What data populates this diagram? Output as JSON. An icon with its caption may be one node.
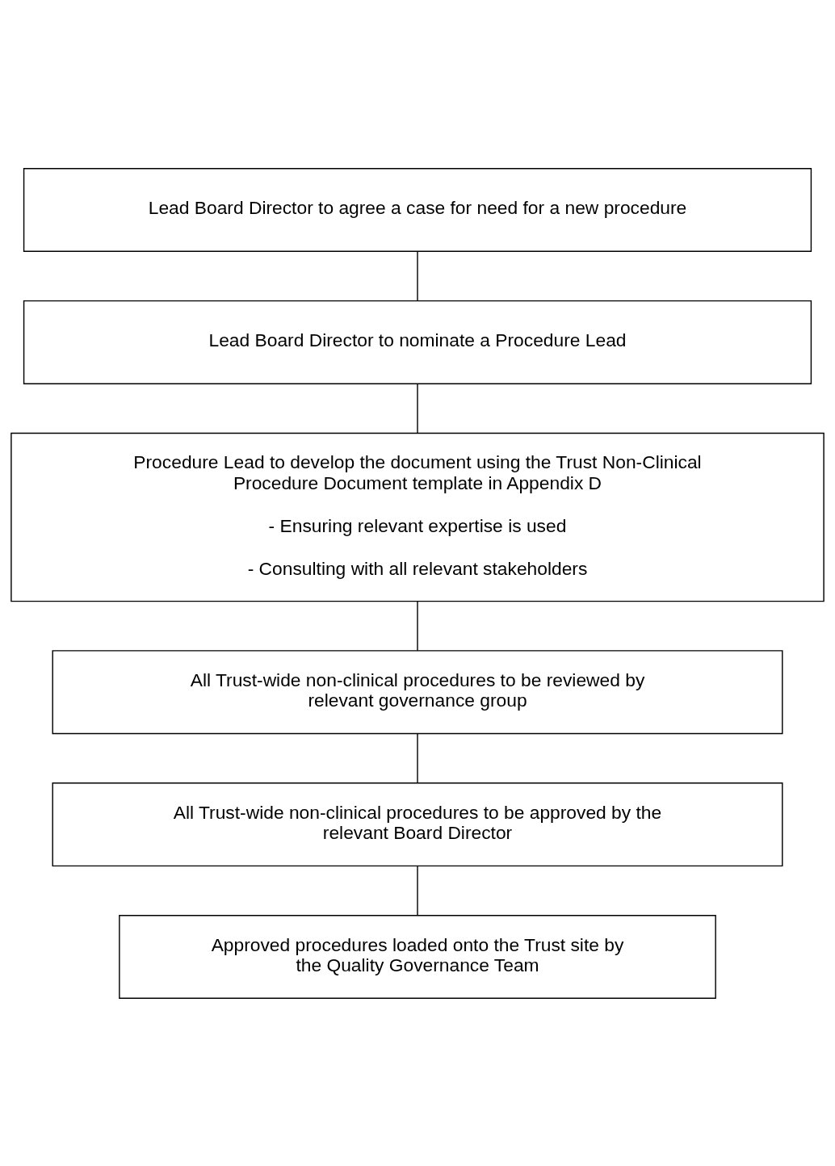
{
  "diagram": {
    "nodes": [
      {
        "text": [
          "Lead Board Director to agree a case for need for a new procedure"
        ]
      },
      {
        "text": [
          "Lead Board Director to nominate a Procedure Lead"
        ]
      },
      {
        "text": [
          "Procedure Lead to develop the document using the Trust Non-Clinical Procedure Document template in Appendix D",
          "- Ensuring relevant expertise is used",
          "- Consulting with all relevant stakeholders"
        ]
      },
      {
        "text": [
          "All Trust-wide non-clinical procedures to be reviewed by relevant governance group"
        ]
      },
      {
        "text": [
          "All Trust-wide non-clinical procedures to be approved by the relevant Board Director"
        ]
      },
      {
        "text": [
          "Approved procedures loaded onto the Trust site by the Quality Governance Team"
        ]
      }
    ],
    "edges": [
      {
        "from": 0,
        "to": 1,
        "arrow": "none"
      },
      {
        "from": 1,
        "to": 2,
        "arrow": "none"
      },
      {
        "from": 2,
        "to": 3,
        "arrow": "none"
      },
      {
        "from": 3,
        "to": 4,
        "arrow": "none"
      },
      {
        "from": 4,
        "to": 5,
        "arrow": "none"
      }
    ]
  }
}
